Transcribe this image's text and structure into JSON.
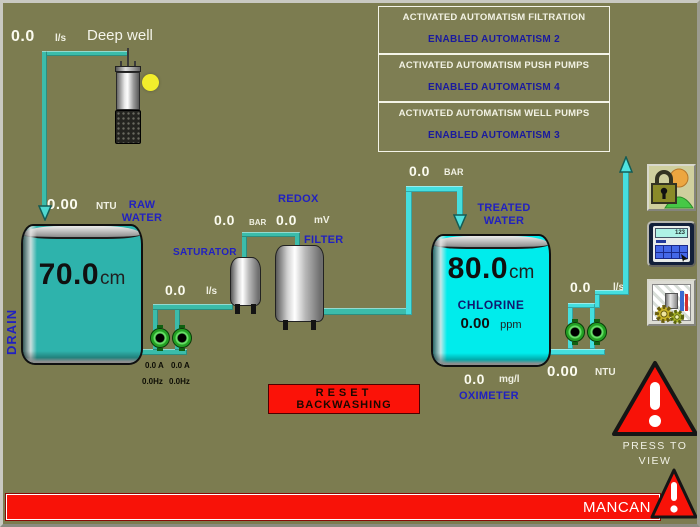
{
  "colors": {
    "background": "#7c7c50",
    "pipe_teal": "#3bbcaa",
    "pipe_cyan": "#45dede",
    "raw_tank_fill": "#2eb3ac",
    "treated_tank_fill": "#00ecec",
    "label_blue": "#2121c0",
    "enabled_blue": "#1a1a9e",
    "alarm_red": "#f81208",
    "lamp_yellow": "#f2ee2c",
    "pump_green": "#23a023"
  },
  "deep_well": {
    "flow_value": "0.0",
    "flow_unit": "l/s",
    "label": "Deep well"
  },
  "status_panel": {
    "boxes": [
      {
        "line1": "ACTIVATED AUTOMATISM FILTRATION",
        "line2": "ENABLED AUTOMATISM 2"
      },
      {
        "line1": "ACTIVATED AUTOMATISM PUSH PUMPS",
        "line2": "ENABLED AUTOMATISM 4"
      },
      {
        "line1": "ACTIVATED AUTOMATISM WELL PUMPS",
        "line2": "ENABLED AUTOMATISM 3"
      }
    ]
  },
  "raw_water": {
    "turbidity_value": "0.00",
    "turbidity_unit": "NTU",
    "label_line1": "RAW",
    "label_line2": "WATER",
    "level_value": "70.0",
    "level_unit": "cm",
    "drain_label": "DRAIN"
  },
  "raw_pumps": {
    "flow_value": "0.0",
    "flow_unit": "l/s",
    "amps": [
      "0.0 A",
      "0.0 A"
    ],
    "freqs": [
      "0.0Hz",
      "0.0Hz"
    ]
  },
  "saturator": {
    "label": "SATURATOR",
    "pressure_value": "0.0",
    "pressure_unit": "BAR"
  },
  "redox": {
    "label": "REDOX",
    "value": "0.0",
    "unit": "mV"
  },
  "filter": {
    "label": "FILTER",
    "outlet_pressure_value": "0.0",
    "outlet_pressure_unit": "BAR"
  },
  "treated_water": {
    "label_line1": "TREATED",
    "label_line2": "WATER",
    "level_value": "80.0",
    "level_unit": "cm",
    "chlorine_label": "CHLORINE",
    "chlorine_value": "0.00",
    "chlorine_unit": "ppm"
  },
  "oximeter": {
    "value": "0.0",
    "unit": "mg/l",
    "label": "OXIMETER"
  },
  "treated_pumps": {
    "flow_value": "0.0",
    "flow_unit": "l/s",
    "turbidity_value": "0.00",
    "turbidity_unit": "NTU"
  },
  "reset_button": {
    "line1": "RESET",
    "line2": "BACKWASHING"
  },
  "alarm": {
    "press_line1": "PRESS TO",
    "press_line2": "VIEW",
    "banner_text": "MANCAN"
  },
  "icons": {
    "login": "lock-user-icon",
    "keypad": "keypad-icon",
    "maintenance": "machine-settings-icon",
    "keypad_display": "123"
  }
}
